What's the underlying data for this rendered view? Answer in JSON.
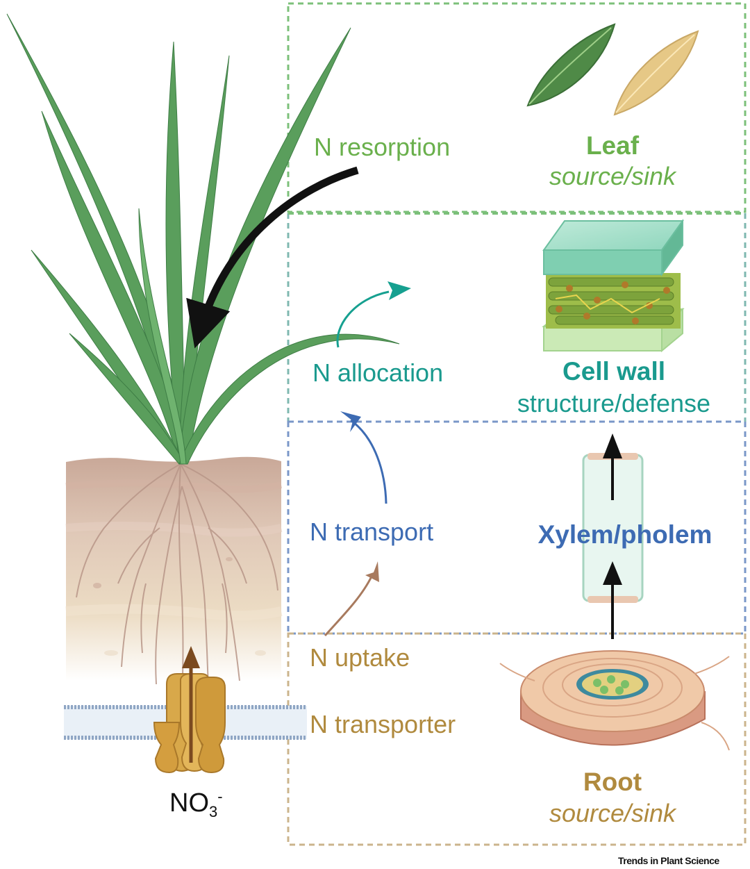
{
  "processes": {
    "resorption": "N resorption",
    "allocation": "N allocation",
    "transport": "N transport",
    "uptake": "N uptake",
    "transporter": "N transporter"
  },
  "organs": {
    "leaf": {
      "title": "Leaf",
      "subtitle": "source/sink"
    },
    "cell_wall": {
      "title": "Cell wall",
      "subtitle": "structure/defense"
    },
    "vascular": {
      "title": "Xylem/pholem"
    },
    "root": {
      "title": "Root",
      "subtitle": "source/sink"
    }
  },
  "ion": {
    "base": "NO",
    "sub": "3",
    "sup": "-"
  },
  "credit": "Trends in Plant Science",
  "colors": {
    "leaf": "#6ab04c",
    "cell_wall": "#1a9a8e",
    "vascular": "#3d6bb3",
    "root": "#b08a3e",
    "resorption_arrow": "#111111",
    "allocation_arrow": "#16a090",
    "transport_arrow": "#3d6bb3",
    "uptake_arrow": "#a87a5e"
  }
}
